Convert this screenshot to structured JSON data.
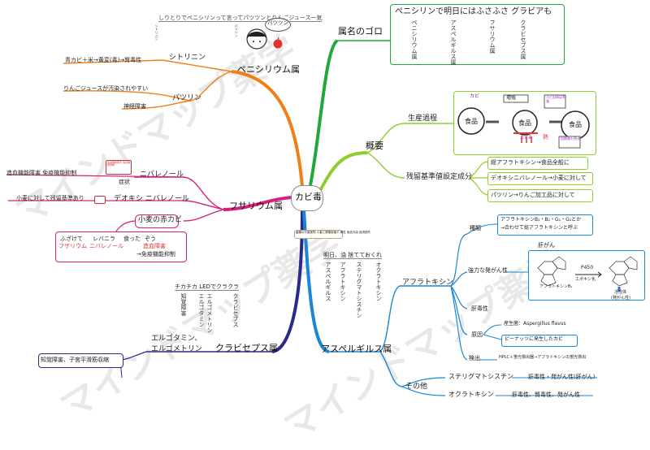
{
  "center": "カビ毒",
  "watermark": "マインドマップ薬学",
  "center_note": "菌類の代謝産物 人畜に健康被害や 毒性 食品汚染 経済損失",
  "memo_top": {
    "title": "しりとりでペニシリンって言ってパツツンとりんごジュース一気",
    "small1": "シトリニン",
    "small2": "パツリン",
    "bubble": "パツツン"
  },
  "peni": {
    "title": "ペニシリウム属",
    "citrinin": "シトリニン",
    "citrinin_note": "青カビ＋米→黄変(毒)→腎毒性",
    "patulin": "パツリン",
    "patulin_note1": "りんごジュースが汚染されやすい",
    "patulin_note2": "神経障害"
  },
  "fus": {
    "title": "フサリウム属",
    "nival": "ニバレノール",
    "nival_side": "造血機能障害 免疫機能抑制",
    "symptom": "症状",
    "symptom_note": "造血機能障害 免疫機能抑制",
    "deoxy": "デオキシ ニバレノール",
    "deoxy_side": "小麦に対して残留基準あり",
    "akakabi": "小麦の赤カビ",
    "memo1": "ふざけて",
    "memo1_red": "フザリウム",
    "memo2": "レバニラ",
    "memo2_red": "ニバレノール",
    "memo3": "食った",
    "memo4": "ぞう",
    "memo4_red": "造血障害",
    "memo5": "→免疫機能抑制"
  },
  "clav": {
    "title": "クラビセプス属",
    "mnemonic": "チカチカ LEDでクラクラ",
    "v1": "知覚障害",
    "v2": "エルゴタミン",
    "v3": "エルゴメトリン",
    "v4": "クラビセプス",
    "ergo1": "エルゴタミン、",
    "ergo2": "エルゴメトリン",
    "side": "知覚障害、子宮平滑筋収縮"
  },
  "goro": {
    "title": "属名のゴロ",
    "text": "ペニシリンで明日にはふさふさ グラビアも",
    "v1": "ペニシリウム属",
    "v2": "アスペルギルス属",
    "v3": "フサリウム属",
    "v4": "クラビセプス属"
  },
  "gaiyo": {
    "title": "概要",
    "seisan": "生産過程",
    "food": "食品",
    "kabi": "カビ",
    "zoshoku": "増殖",
    "kabitai": "カビ自体は死滅",
    "kanetsu": "加熱後も残る",
    "kabidoku": "カビ毒",
    "heat": "熱",
    "zanryu": "残留基準値設定成分",
    "r1": "総アフラトキシン→食品全般に",
    "r2": "デオキシニバレノール→小麦に対して",
    "r3": "パツリン→りんご加工品に対して"
  },
  "asp": {
    "title": "アスペルギルス属",
    "mnemonic": "明日、油 捨てておくれ",
    "v1": "アスペルギルス",
    "v2": "アフラトキシン",
    "v3": "ステリグマトシスチン",
    "v4": "オクラトキシン",
    "afla": "アフラトキシン",
    "shurui": "種類",
    "shurui_note1": "アフラトキシンB₁・B₂・G₁・G₂とか",
    "shurui_note2": "→合わせて総アフラトキシンと呼ぶ",
    "gan": "強力な発がん性",
    "kangan": "肝がん",
    "p450": "P450",
    "epoxy": "エポキシ化",
    "b1": "アフラトキシンB₁",
    "kassei": "活性体",
    "kassei2": "(発がん性)",
    "kandoku": "肝毒性",
    "genin": "原因",
    "genin1": "産生菌：Aspergillus flavus",
    "genin2": "ピーナッツに発生したカビ",
    "kenshutsu": "検出",
    "kenshutsu_note": "HPLC＋蛍光検出器→アフラトキシンの蛍光検出",
    "sonota": "その他",
    "sterig": "ステリグマトシスチン",
    "sterig_note": "肝毒性・発がん性(肝がん)",
    "ochra": "オクラトキシン",
    "ochra_note": "肝毒性、腎毒性、発がん性"
  },
  "colors": {
    "peni": "#f07f16",
    "fus": "#d8207a",
    "clav": "#2c2a88",
    "asp": "#1a86d6",
    "gaiyo": "#8dcf2c",
    "goro": "#22a83a"
  }
}
